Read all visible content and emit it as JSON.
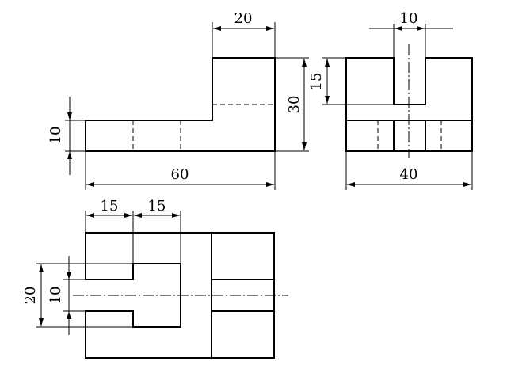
{
  "front_view": {
    "dims": {
      "overall_length": "60",
      "base_height": "10",
      "upright_width": "20",
      "total_height": "30"
    }
  },
  "side_view": {
    "dims": {
      "overall_width": "40",
      "slot_width": "10",
      "slot_depth": "15"
    }
  },
  "top_view": {
    "dims": {
      "notch_step_1": "15",
      "notch_step_2": "15",
      "inner_slot": "10",
      "outer_slot": "20"
    }
  }
}
